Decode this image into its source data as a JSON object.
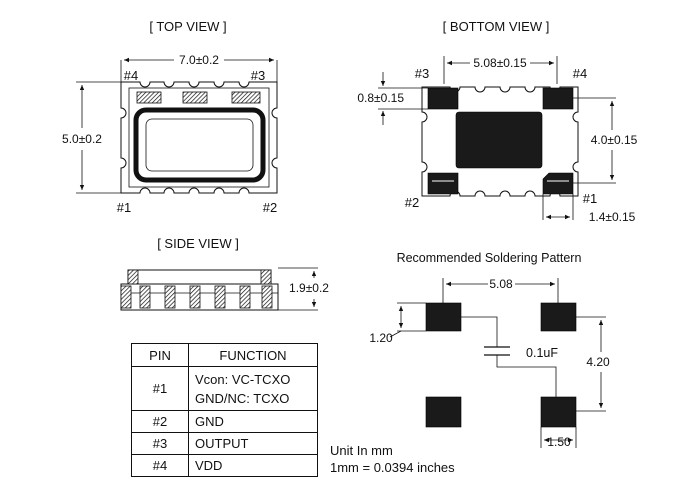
{
  "top_view": {
    "title": "[ TOP  VIEW ]",
    "width_dim": "7.0±0.2",
    "height_dim": "5.0±0.2",
    "pins": {
      "p4": "#4",
      "p3": "#3",
      "p1": "#1",
      "p2": "#2"
    }
  },
  "bottom_view": {
    "title": "[ BOTTOM  VIEW ]",
    "pitch_dim": "5.08±0.15",
    "pad_dim": "0.8±0.15",
    "height_dim": "4.0±0.15",
    "pad_width_dim": "1.4±0.15",
    "pins": {
      "p3": "#3",
      "p4": "#4",
      "p2": "#2",
      "p1": "#1"
    }
  },
  "side_view": {
    "title": "[ SIDE  VIEW ]",
    "height_dim": "1.9±0.2"
  },
  "soldering": {
    "title": "Recommended Soldering Pattern",
    "pitch_dim": "5.08",
    "pad_h_dim": "1.20",
    "height_dim": "4.20",
    "pad_w_dim": "1.50",
    "cap_label": "0.1uF"
  },
  "pin_table": {
    "headers": {
      "pin": "PIN",
      "function": "FUNCTION"
    },
    "rows": [
      {
        "pin": "#1",
        "f1": "Vcon: VC-TCXO",
        "f2": "GND/NC: TCXO"
      },
      {
        "pin": "#2",
        "f1": "GND"
      },
      {
        "pin": "#3",
        "f1": "OUTPUT"
      },
      {
        "pin": "#4",
        "f1": "VDD"
      }
    ]
  },
  "units": {
    "line1": "Unit In mm",
    "line2": "1mm = 0.0394 inches"
  }
}
